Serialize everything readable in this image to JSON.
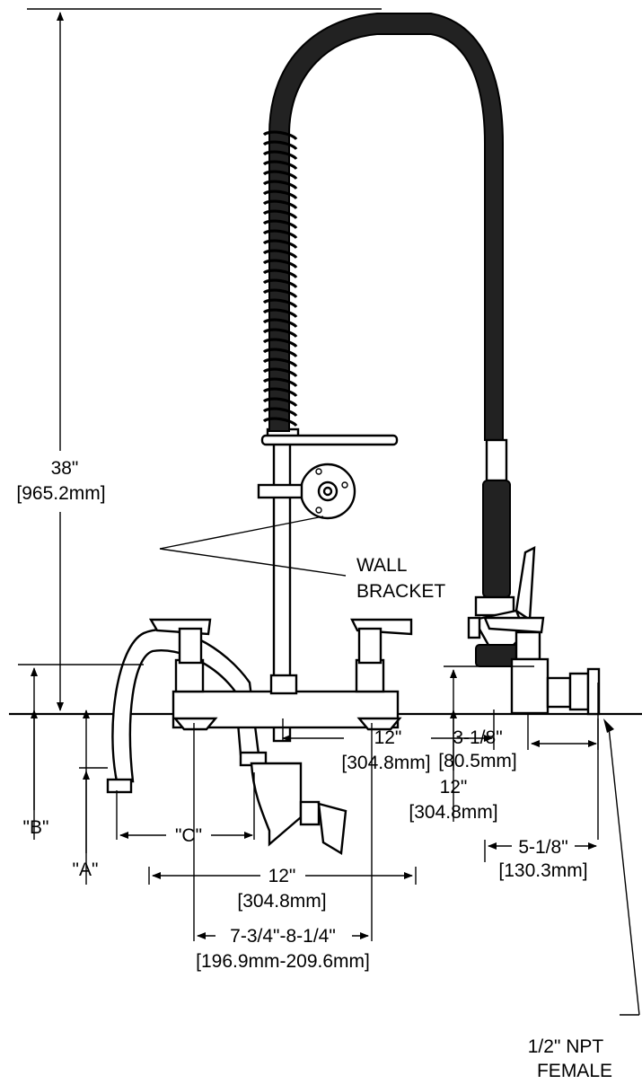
{
  "dimensions": {
    "overall_height": {
      "imperial": "38\"",
      "metric": "[965.2mm]"
    },
    "wall_bracket": {
      "line1": "WALL",
      "line2": "BRACKET"
    },
    "hose_reach_horizontal": {
      "imperial": "12\"",
      "metric": "[304.8mm]"
    },
    "hose_reach_vertical": {
      "imperial": "12\"",
      "metric": "[304.8mm]"
    },
    "dim_b": "\"B\"",
    "dim_a": "\"A\"",
    "dim_c": "\"C\"",
    "faucet_width": {
      "imperial": "12\"",
      "metric": "[304.8mm]"
    },
    "valve_width": {
      "imperial": "5-1/8\"",
      "metric": "[130.3mm]"
    },
    "inlet_projection": {
      "imperial": "3-1/8\"",
      "metric": "[80.5mm]"
    },
    "centers": {
      "imperial": "7-3/4\"-8-1/4\"",
      "metric": "[196.9mm-209.6mm]"
    },
    "connection": {
      "line1": "1/2\" NPT",
      "line2": "FEMALE"
    }
  }
}
